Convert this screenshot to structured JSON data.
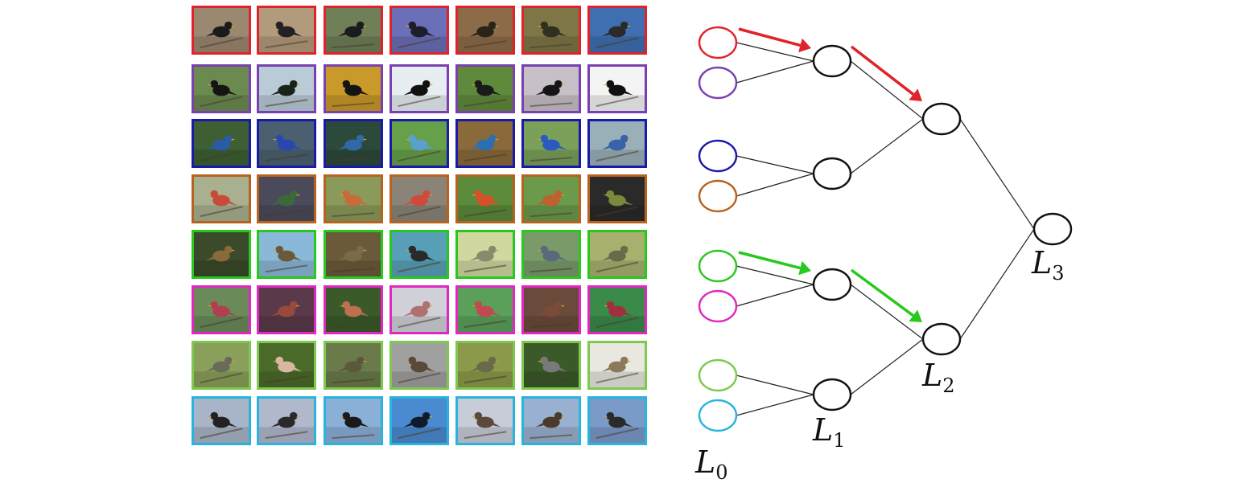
{
  "rows": [
    {
      "class_color": "#e0232a",
      "bg": [
        "#9a8870",
        "#b29a7c",
        "#6f7f58",
        "#6a6fb8",
        "#8c6b48",
        "#7e7646",
        "#3f6fb0"
      ],
      "bird": [
        "#1b1b1b",
        "#222222",
        "#1b1b1b",
        "#1e1e2a",
        "#2a2418",
        "#303020",
        "#2a2a2a"
      ]
    },
    {
      "class_color": "#7a3fb0",
      "bg": [
        "#6b8a50",
        "#b9cbd6",
        "#c9992a",
        "#e6eef2",
        "#5f8a3c",
        "#c8c0c8",
        "#f4f4f4"
      ],
      "bird": [
        "#141414",
        "#1a221a",
        "#141414",
        "#111111",
        "#1a1a1a",
        "#151515",
        "#101010"
      ]
    },
    {
      "class_color": "#1a1aa8",
      "bg": [
        "#3d5f33",
        "#4a6070",
        "#2c4a3c",
        "#66a04a",
        "#8a6a3a",
        "#7aa05a",
        "#9ab0b8"
      ],
      "bird": [
        "#2a5aa8",
        "#2848b0",
        "#3068a8",
        "#58a0d0",
        "#2a70b0",
        "#2a5ac0",
        "#3a62a8"
      ]
    },
    {
      "class_color": "#b8621f",
      "bg": [
        "#a8b090",
        "#4a4a5a",
        "#8a9a5a",
        "#8a8478",
        "#5a8a3a",
        "#6a9a4a",
        "#2a2a2a"
      ],
      "bird": [
        "#c84a3a",
        "#3a6a3a",
        "#c86a3a",
        "#d04a3a",
        "#d8502a",
        "#c06030",
        "#7a8a3a"
      ]
    },
    {
      "class_color": "#28c81e",
      "bg": [
        "#3a4a2a",
        "#8ab8d8",
        "#6a5a3a",
        "#58a0b8",
        "#d0d8a0",
        "#7a9a6a",
        "#a8b070"
      ],
      "bird": [
        "#8a6a3a",
        "#6a5a3a",
        "#7a6a4a",
        "#2a2a2a",
        "#8a8a6a",
        "#5a6a7a",
        "#6a6a4a"
      ]
    },
    {
      "class_color": "#e028c0",
      "bg": [
        "#6a8a5a",
        "#5a3a4a",
        "#3a5a2a",
        "#d0d0d8",
        "#5aa05a",
        "#6a4a3a",
        "#3a8a4a"
      ],
      "bird": [
        "#b04050",
        "#9a4a3a",
        "#c07050",
        "#b07070",
        "#c04a50",
        "#7a4a3a",
        "#a03040"
      ]
    },
    {
      "class_color": "#7ec850",
      "bg": [
        "#8aa05a",
        "#4a6a2a",
        "#6a7a4a",
        "#a0a0a0",
        "#8a9a4a",
        "#3a5a2a",
        "#e8e8e0"
      ],
      "bird": [
        "#6a6a5a",
        "#d8b8a0",
        "#5a5a3a",
        "#5a4a3a",
        "#6a6a4a",
        "#7a7a7a",
        "#8a7a5a"
      ]
    },
    {
      "class_color": "#28b4dc",
      "bg": [
        "#a8b4c8",
        "#b0b8cc",
        "#8ab0d8",
        "#4a8ad0",
        "#c8ccd8",
        "#9ab0d0",
        "#7a9ac8"
      ],
      "bird": [
        "#222222",
        "#2a2a2a",
        "#1a1a1a",
        "#111a2a",
        "#5a4a3a",
        "#4a3a2a",
        "#2a2a2a"
      ]
    }
  ],
  "tree": {
    "leaf_colors": [
      "#e0232a",
      "#7a3fb0",
      "#1a1aa8",
      "#b8621f",
      "#28c81e",
      "#e028c0",
      "#7ec850",
      "#28b4dc"
    ],
    "arrow_colors": {
      "red": "#e0232a",
      "green": "#28c81e"
    },
    "labels": {
      "L0": "L",
      "L0_sub": "0",
      "L1": "L",
      "L1_sub": "1",
      "L2": "L",
      "L2_sub": "2",
      "L3": "L",
      "L3_sub": "3"
    }
  }
}
